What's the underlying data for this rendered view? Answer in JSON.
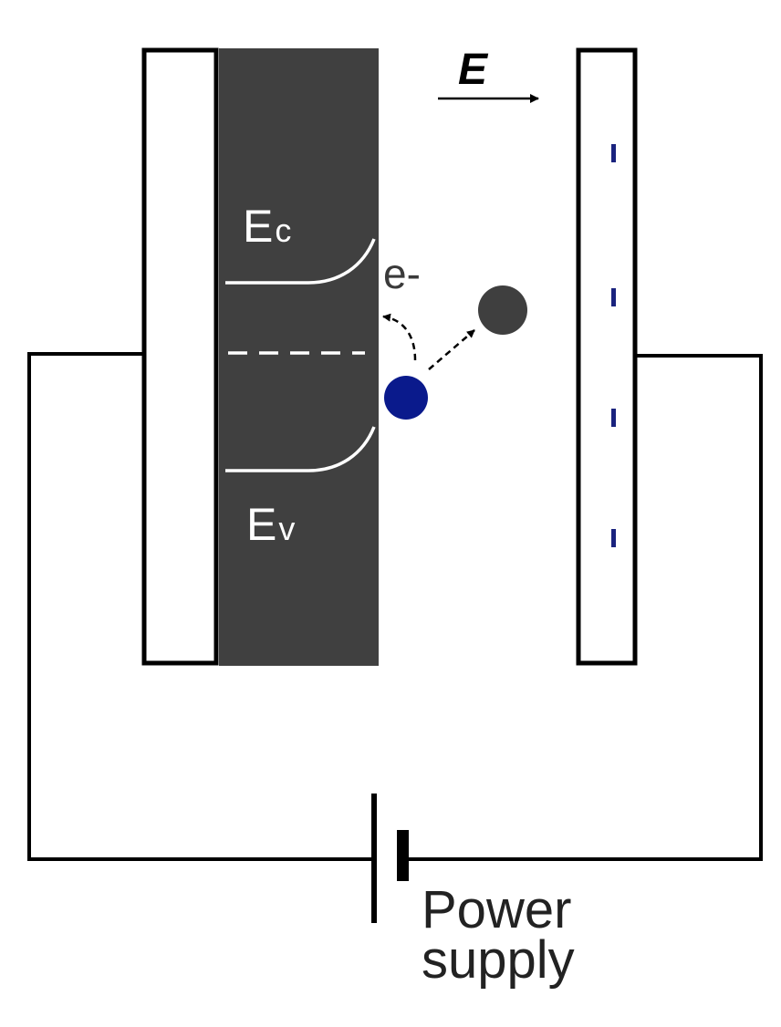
{
  "labels": {
    "field": "E",
    "conduction_band": {
      "main": "E",
      "sub": "c"
    },
    "valence_band": {
      "main": "E",
      "sub": "v"
    },
    "electron": "e-",
    "power_supply_line1": "Power",
    "power_supply_line2": "supply"
  },
  "colors": {
    "wire": "#000000",
    "electrode_fill": "#ffffff",
    "semiconductor": "#404040",
    "band_line": "#ffffff",
    "band_text": "#ffffff",
    "adsorbate": "#0a1a8c",
    "released_particle": "#3f3f3f",
    "surface_charge": "#1a237e"
  },
  "icons": {
    "field_arrow": "arrow-right-icon",
    "battery": "battery-icon"
  }
}
